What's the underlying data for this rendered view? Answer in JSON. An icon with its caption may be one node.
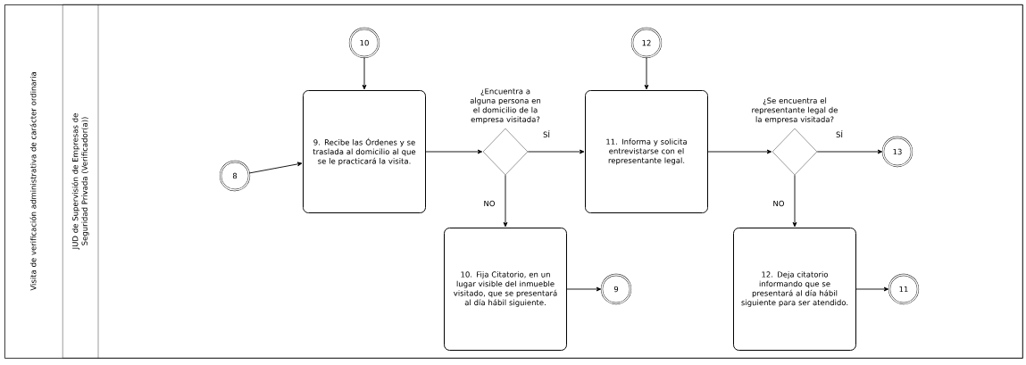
{
  "diagram": {
    "nodes": [
      {
        "text": [
          "Visita de verificación administrativa de carácter ordinaria"
        ]
      },
      {
        "text": [
          "JUD de Supervisión de Empresas de Seguridad Privada (Verificador(a))"
        ],
        "in": 0
      },
      {
        "text": [
          "8"
        ],
        "in": 1
      },
      {
        "text": [
          "10"
        ],
        "in": 1
      },
      {
        "text": [
          "9. Recibe las Órdenes y se traslada al domicilio al que se le practicará la visita."
        ],
        "in": 1
      },
      {
        "text": [],
        "shape": "diamond",
        "beside": [
          "¿Encuentra a alguna persona en el domicilio de la empresa visitada?"
        ],
        "in": 1
      },
      {
        "text": [
          "10. Fija Citatorio, en un lugar visible del inmueble visitado, que se presentará al día hábil siguiente."
        ],
        "in": 1
      },
      {
        "text": [
          "9"
        ],
        "in": 1
      },
      {
        "text": [
          "12"
        ],
        "in": 1
      },
      {
        "text": [
          "11. Informa y solicita entrevistarse con el representante legal."
        ],
        "in": 1
      },
      {
        "text": [],
        "shape": "diamond",
        "beside": [
          "¿Se encuentra el representante legal de la empresa visitada?"
        ],
        "in": 1
      },
      {
        "text": [
          "13"
        ],
        "in": 1
      },
      {
        "text": [
          "12. Deja citatorio informando que se presentará al día hábil siguiente para ser atendido."
        ],
        "in": 1
      },
      {
        "text": [
          "11"
        ],
        "in": 1
      }
    ],
    "edges": [
      {
        "from": 2,
        "to": 4,
        "arrow": "to"
      },
      {
        "from": 3,
        "to": 4,
        "arrow": "to"
      },
      {
        "from": 4,
        "to": 5,
        "arrow": "to"
      },
      {
        "from": 5,
        "to": 9,
        "arrow": "to",
        "label": "SÍ"
      },
      {
        "from": 5,
        "to": 6,
        "arrow": "to",
        "label": "NO"
      },
      {
        "from": 6,
        "to": 7,
        "arrow": "to"
      },
      {
        "from": 8,
        "to": 9,
        "arrow": "to"
      },
      {
        "from": 9,
        "to": 10,
        "arrow": "to"
      },
      {
        "from": 10,
        "to": 11,
        "arrow": "to",
        "label": "SÍ"
      },
      {
        "from": 10,
        "to": 12,
        "arrow": "to",
        "label": "NO"
      },
      {
        "from": 12,
        "to": 13,
        "arrow": "to"
      }
    ]
  }
}
